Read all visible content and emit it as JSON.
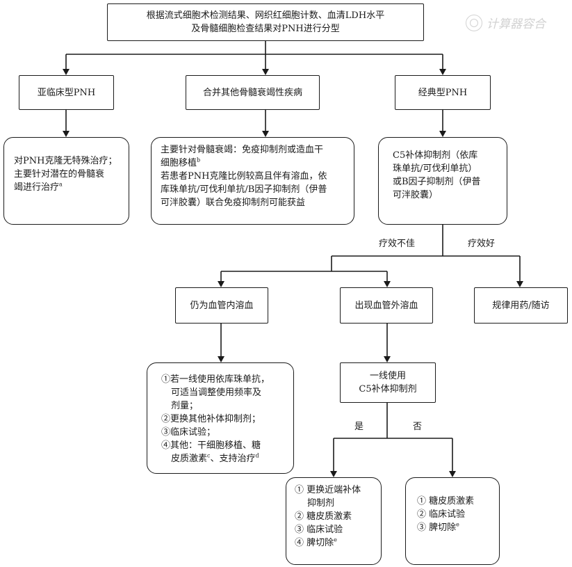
{
  "watermark": {
    "seal_icon": "seal-icon",
    "text": "计算器容合"
  },
  "nodes": {
    "root": [
      "根据流式细胞术检测结果、网织红细胞计数、血清LDH水平",
      "及骨髓细胞检查结果对PNH进行分型"
    ],
    "subclinical": "亚临床型PNH",
    "bm_failure": "合并其他骨髓衰竭性疾病",
    "classic": "经典型PNH",
    "subclinical_tx": [
      "对PNH克隆无特殊治疗；",
      "主要针对潜在的骨髓衰",
      "竭进行治疗"
    ],
    "subclinical_tx_sup": "a",
    "bm_tx_l1": "主要针对骨髓衰竭：免疫抑制剂或造血干",
    "bm_tx_l2": "细胞移植",
    "bm_tx_l2_sup": "b",
    "bm_tx_rest": [
      "若患者PNH克隆比例较高且伴有溶血，依",
      "库珠单抗/可伐利单抗/B因子抑制剂（伊普",
      "可泮胶囊）联合免疫抑制剂可能获益"
    ],
    "classic_tx": [
      "C5补体抑制剂（依库",
      "珠单抗/可伐利单抗）",
      "或B因子抑制剂（伊普",
      "可泮胶囊）"
    ],
    "intravascular": "仍为血管内溶血",
    "extravascular": "出现血管外溶血",
    "regular": "规律用药/随访",
    "intra_tx_a": [
      "①若一线使用依库珠单抗，",
      "可适当调整使用频率及",
      "剂量；",
      "②更换其他补体抑制剂；",
      "③临床试验；",
      "④其他：干细胞移植、糖"
    ],
    "intra_tx_b": "皮质激素",
    "intra_tx_b_sup": "c",
    "intra_tx_c": "、支持治疗",
    "intra_tx_c_sup": "d",
    "first_line": [
      "一线使用",
      "C5补体抑制剂"
    ],
    "yes_tx": [
      "① 更换近端补体",
      "抑制剂",
      "② 糖皮质激素",
      "③ 临床试验"
    ],
    "yes_tx_last": "④ 脾切除",
    "yes_tx_last_sup": "e",
    "no_tx": [
      "① 糖皮质激素",
      "② 临床试验"
    ],
    "no_tx_last": "③ 脾切除",
    "no_tx_last_sup": "e"
  },
  "edge_labels": {
    "poor": "疗效不佳",
    "good": "疗效好",
    "yes": "是",
    "no": "否"
  }
}
